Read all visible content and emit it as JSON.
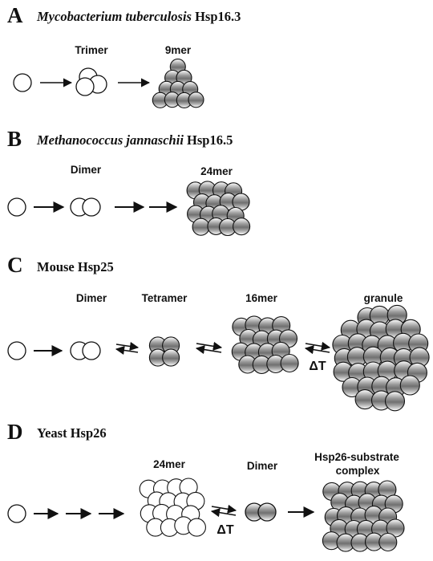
{
  "panels": {
    "a": {
      "letter": "A",
      "title_italic": "Mycobacterium tuberculosis",
      "title_rest": " Hsp16.3",
      "labels": {
        "trimer": "Trimer",
        "nonamer": "9mer"
      }
    },
    "b": {
      "letter": "B",
      "title_italic": "Methanococcus jannaschii",
      "title_rest": " Hsp16.5",
      "labels": {
        "dimer": "Dimer",
        "mer24": "24mer"
      }
    },
    "c": {
      "letter": "C",
      "title": "Mouse Hsp25",
      "labels": {
        "dimer": "Dimer",
        "tetramer": "Tetramer",
        "mer16": "16mer",
        "granule": "granule"
      },
      "delta_t": "ΔT"
    },
    "d": {
      "letter": "D",
      "title": "Yeast Hsp26",
      "labels": {
        "mer24": "24mer",
        "dimer": "Dimer",
        "complex_line1": "Hsp26-substrate",
        "complex_line2": "complex"
      },
      "delta_t": "ΔT"
    }
  },
  "colors": {
    "ink": "#111111",
    "sphere_shade": "#8a8a8a",
    "sphere_light": "#ffffff"
  }
}
